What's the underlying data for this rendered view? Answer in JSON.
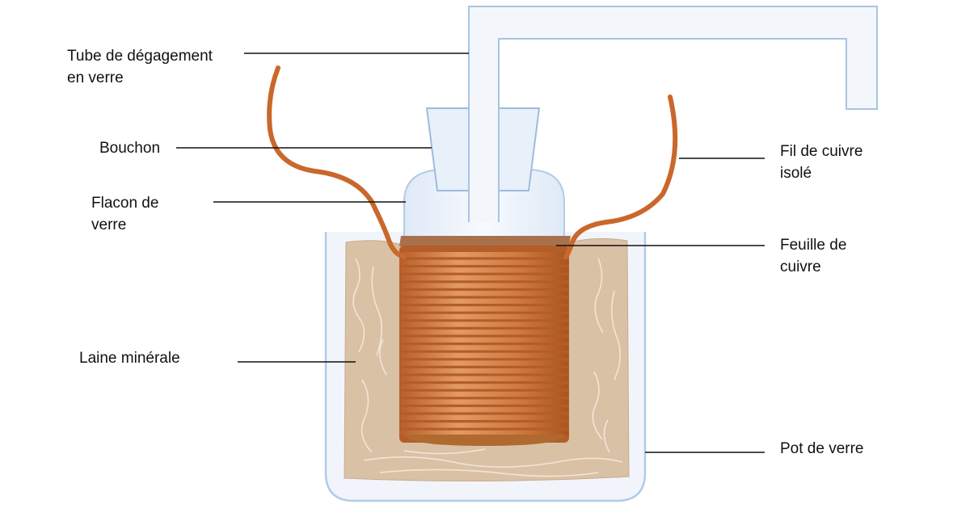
{
  "labels": {
    "tube": [
      "Tube de dégagement",
      "en verre"
    ],
    "bouchon": [
      "Bouchon"
    ],
    "flacon": [
      "Flacon de",
      "verre"
    ],
    "laine": [
      "Laine minérale"
    ],
    "fil": [
      "Fil de cuivre",
      "isolé"
    ],
    "feuille": [
      "Feuille de",
      "cuivre"
    ],
    "pot": [
      "Pot de verre"
    ]
  },
  "colors": {
    "glass_outline": "#a9c4e2",
    "glass_fill": "#eef3fa",
    "mineral_wool": "#d9c2a7",
    "copper_coil": "#d27a3f",
    "copper_sheet": "#a9744f",
    "wire": "#c96a2d",
    "leader_line": "#111111"
  }
}
